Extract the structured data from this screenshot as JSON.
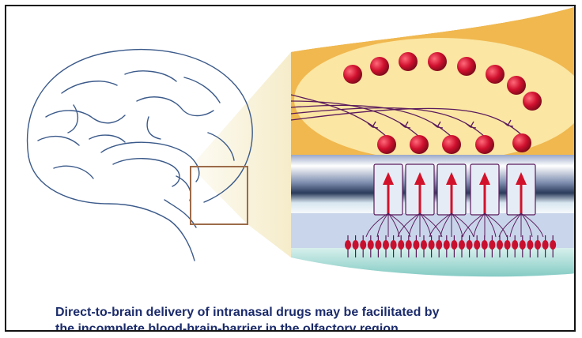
{
  "caption": {
    "line1": "Direct-to-brain delivery of intranasal drugs may be facilitated by",
    "line2": "the incomplete blood-brain-barrier in the olfactory region."
  },
  "colors": {
    "brain_outline": "#3b5a8a",
    "bulb_outer": "#e8a33a",
    "bulb_inner": "#fbe6a3",
    "neuron": "#c8102e",
    "axon": "#5a1a5c",
    "arrow": "#d2122a",
    "mucosa": "#8aa1c8",
    "mucus": "#a8d9d4",
    "inset_frame": "#9c6b4a",
    "caption_text": "#1b2b6b"
  },
  "icons": [
    "brain-illustration",
    "olfactory-bulb-neuron",
    "upward-arrow-icon",
    "receptor-cell"
  ]
}
